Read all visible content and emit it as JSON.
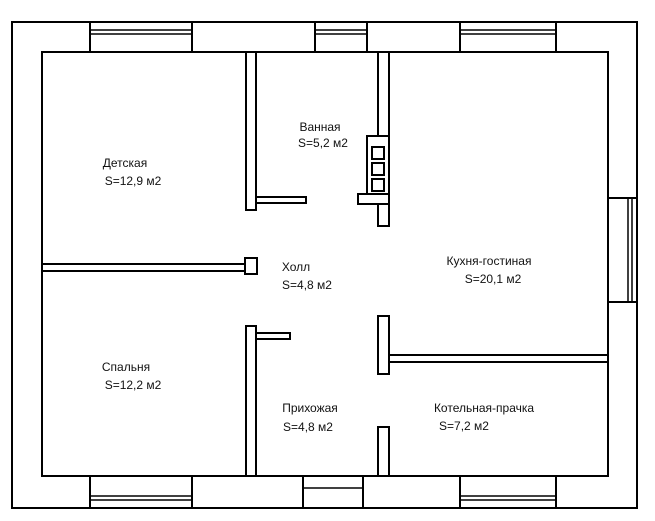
{
  "colors": {
    "wall": "#000000",
    "background": "#ffffff"
  },
  "rooms": {
    "detskaya": {
      "name": "Детская",
      "area": "S=12,9 м2"
    },
    "vannaya": {
      "name": "Ванная",
      "area": "S=5,2 м2"
    },
    "holl": {
      "name": "Холл",
      "area": "S=4,8 м2"
    },
    "kuhnya": {
      "name": "Кухня-гостиная",
      "area": "S=20,1 м2"
    },
    "spalnya": {
      "name": "Спальня",
      "area": "S=12,2 м2"
    },
    "prihozhaya": {
      "name": "Прихожая",
      "area": "S=4,8 м2"
    },
    "kotelnaya": {
      "name": "Котельная-прачка",
      "area": "S=7,2 м2"
    }
  }
}
